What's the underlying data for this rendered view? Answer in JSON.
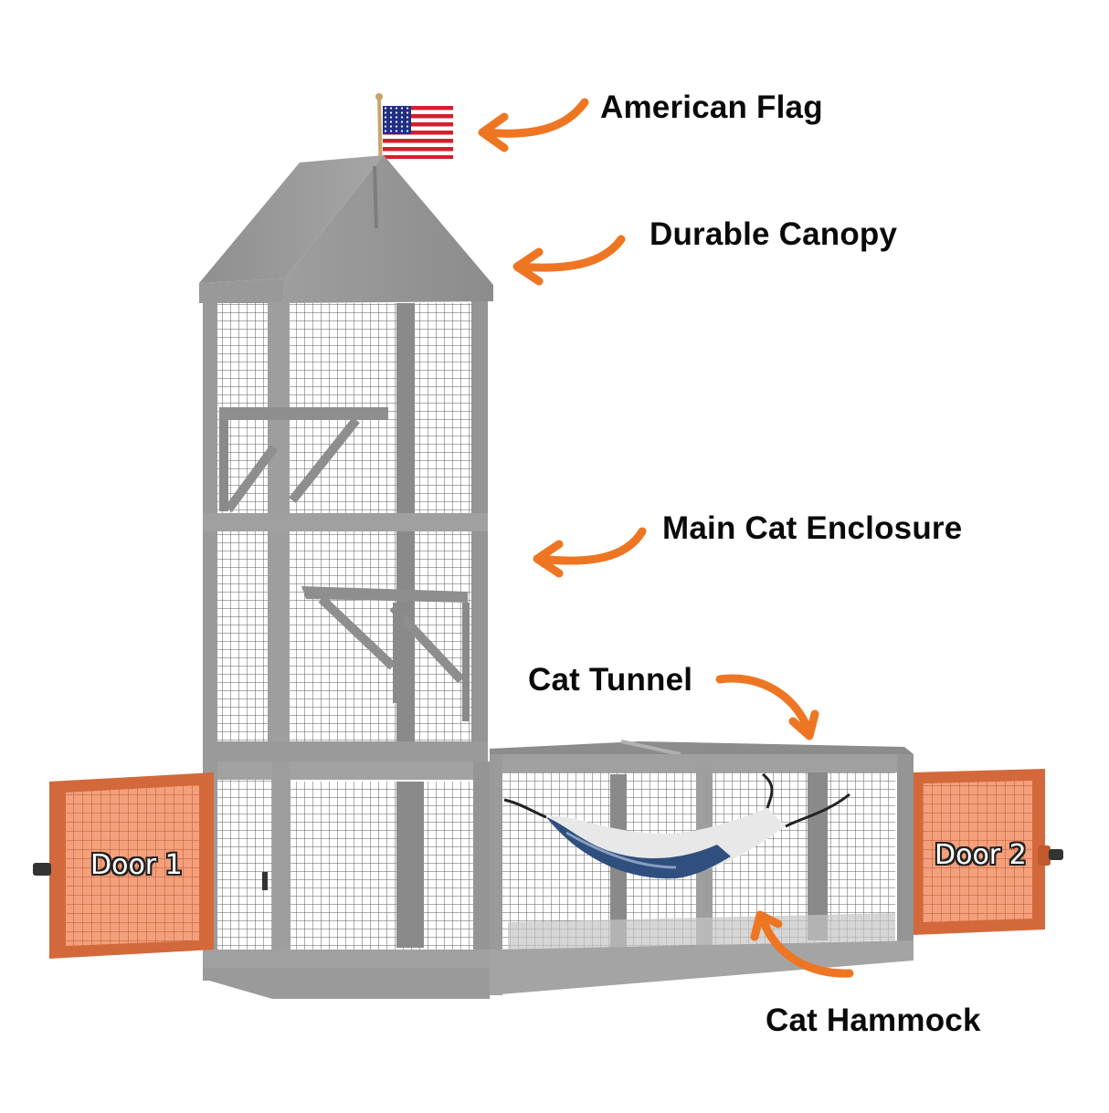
{
  "image": {
    "description": "Outdoor cat enclosure (catio) product diagram with annotated features",
    "background": "#ffffff",
    "accent_color": "#ee7623",
    "frame_color": "#8e8e8e",
    "door_color": "#d9703f"
  },
  "callouts": [
    {
      "id": "american-flag",
      "label": "American Flag"
    },
    {
      "id": "durable-canopy",
      "label": "Durable Canopy"
    },
    {
      "id": "main-cat-enclosure",
      "label": "Main Cat Enclosure"
    },
    {
      "id": "cat-tunnel",
      "label": "Cat Tunnel"
    },
    {
      "id": "cat-hammock",
      "label": "Cat Hammock"
    }
  ],
  "doors": [
    {
      "id": "door-1",
      "label": "Door 1"
    },
    {
      "id": "door-2",
      "label": "Door 2"
    }
  ]
}
